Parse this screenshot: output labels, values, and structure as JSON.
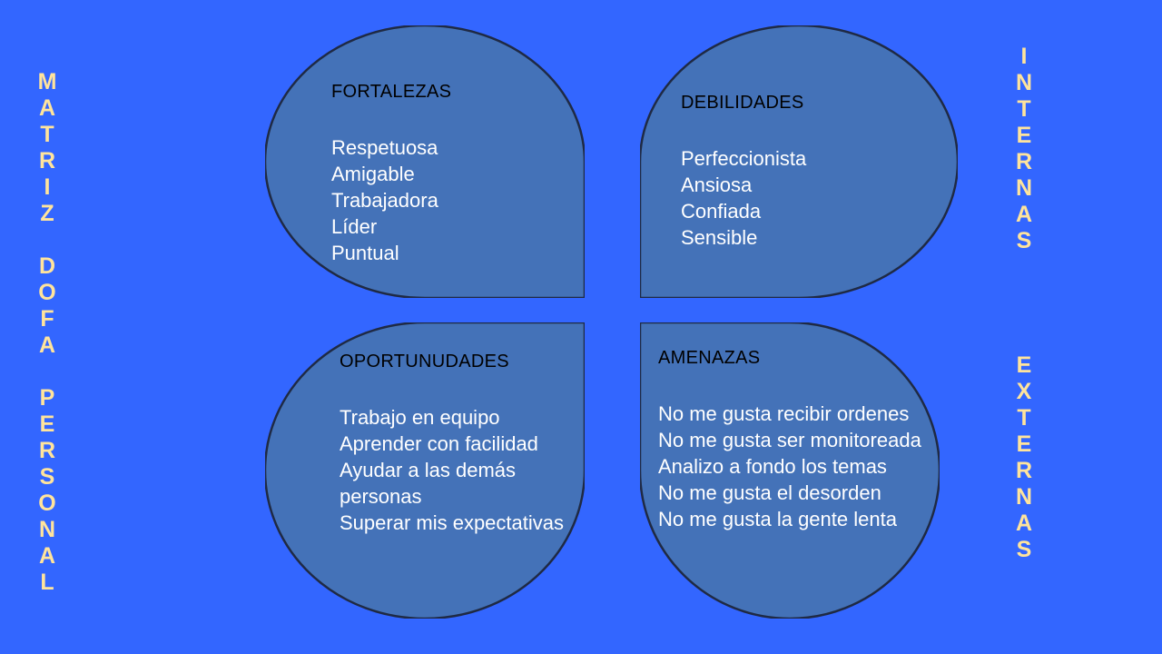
{
  "slide": {
    "background_color": "#3366FF",
    "shape_fill_color": "#4472B8",
    "shape_outline_color": "#1F2A44",
    "side_label_color": "#FFE49C",
    "title_color": "#000000",
    "body_color": "#FFFFFF"
  },
  "side_labels": {
    "left": {
      "text": "MATRIZ DOFA PERSONAL",
      "lines": [
        "M",
        "A",
        "T",
        "R",
        "I",
        "Z",
        "",
        "D",
        "O",
        "F",
        "A",
        "",
        "P",
        "E",
        "R",
        "S",
        "O",
        "N",
        "A",
        "L"
      ]
    },
    "right_top": {
      "text": "INTERNAS",
      "lines": [
        "I",
        "N",
        "T",
        "E",
        "R",
        "N",
        "A",
        "S"
      ]
    },
    "right_bottom": {
      "text": "EXTERNAS",
      "lines": [
        "E",
        "X",
        "T",
        "E",
        "R",
        "N",
        "A",
        "S"
      ]
    }
  },
  "quadrants": {
    "fortalezas": {
      "title": "FORTALEZAS",
      "corner": "bottom-right",
      "items": [
        "Respetuosa",
        "Amigable",
        "Trabajadora",
        "Líder",
        "Puntual"
      ]
    },
    "debilidades": {
      "title": "DEBILIDADES",
      "corner": "bottom-left",
      "items": [
        "Perfeccionista",
        "Ansiosa",
        "Confiada",
        "Sensible"
      ]
    },
    "oportunidades": {
      "title": "OPORTUNUDADES",
      "corner": "top-right",
      "items": [
        "Trabajo en equipo",
        "Aprender con facilidad",
        "Ayudar a las demás",
        "personas",
        "Superar mis expectativas"
      ]
    },
    "amenazas": {
      "title": "AMENAZAS",
      "corner": "top-left",
      "items": [
        "No me gusta recibir ordenes",
        "No me gusta ser monitoreada",
        "Analizo a fondo los temas",
        "No me gusta el desorden",
        "No me gusta la gente lenta"
      ]
    }
  }
}
